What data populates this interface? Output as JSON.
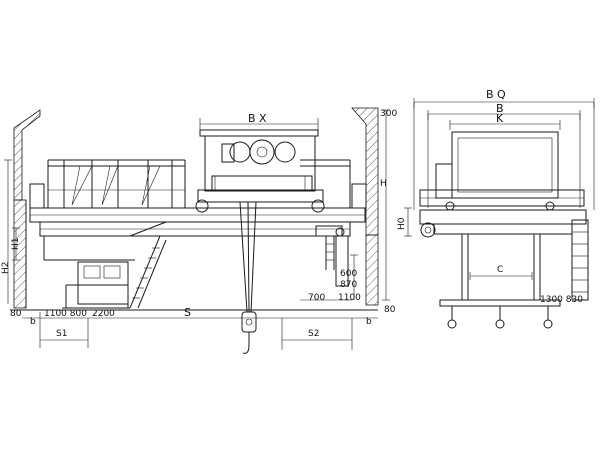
{
  "labels": {
    "bx": "B X",
    "s": "S",
    "s1": "S1",
    "s2": "S2",
    "h": "H",
    "h1": "H1",
    "h2": "H2",
    "h0": "H0",
    "b_small": "b",
    "b_small_right": "b",
    "c": "C",
    "bq": "B Q",
    "b": "B",
    "k": "K",
    "d300": "300",
    "d80_left": "80",
    "d80_right": "80",
    "d1100_800": "1100 800",
    "d2200": "2200",
    "d600": "600",
    "d870": "870",
    "d700": "700",
    "d1100": "1100",
    "d1300_830": "1300 830"
  }
}
